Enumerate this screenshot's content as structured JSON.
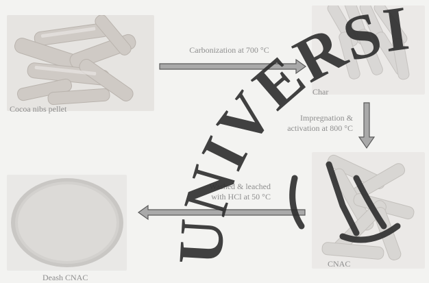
{
  "nodes": {
    "pellet": {
      "label": "Cocoa nibs pellet"
    },
    "char": {
      "label": "Char"
    },
    "cnac": {
      "label": "CNAC"
    },
    "deash": {
      "label": "Deash CNAC"
    }
  },
  "steps": {
    "carbonization": {
      "label": "Carbonization at 700 °C"
    },
    "activation": {
      "line1": "Impregnation &",
      "line2": "activation at 800 °C"
    },
    "washing": {
      "line1": "Washed & leached",
      "line2": "with HCl at 50 °C"
    }
  },
  "watermark": {
    "text": "UNIVERSITI SAINS"
  },
  "colors": {
    "arrow_fill": "#a9a9a9",
    "arrow_stroke": "#5a5a5a",
    "watermark": "#2d2d2d"
  }
}
